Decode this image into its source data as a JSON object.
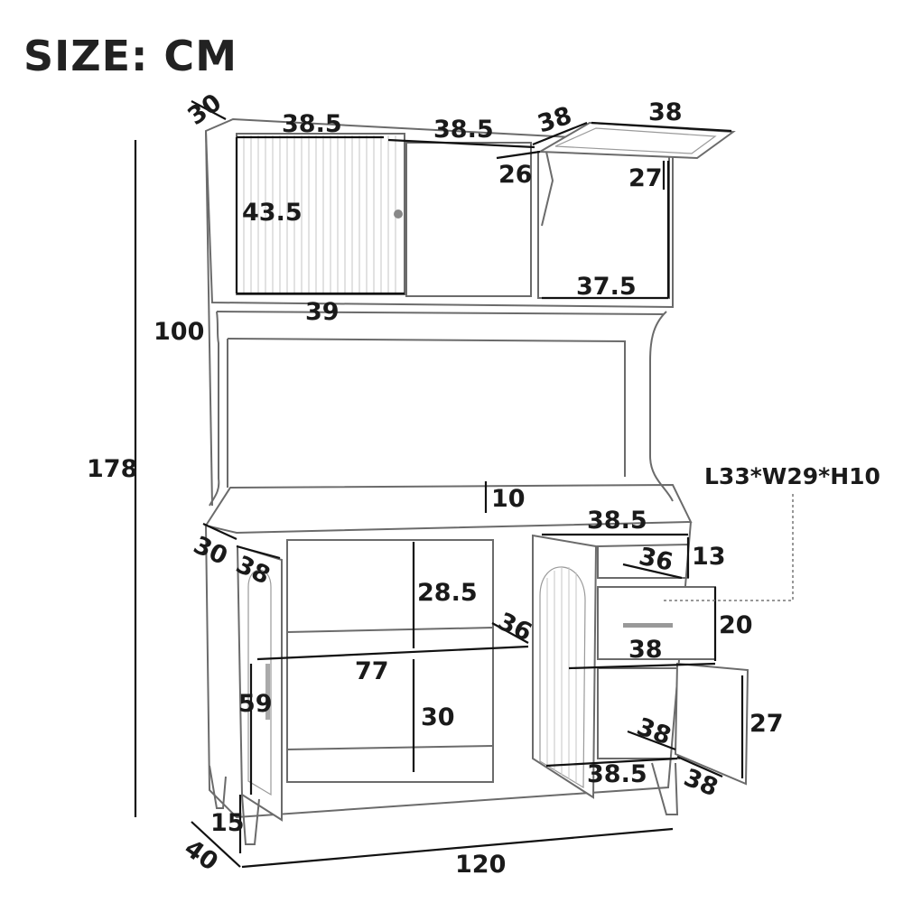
{
  "title": "SIZE: CM",
  "drawer_spec": "L33*W29*H10",
  "dimensions": {
    "total_height": "178",
    "upper_height": "100",
    "upper_depth": "30",
    "upper_door_width_left": "38.5",
    "upper_door_width_mid": "38.5",
    "upper_door_height": "43.5",
    "upper_inner_width": "39",
    "flip_depth": "38",
    "flip_width": "38",
    "flip_inner_depth": "26",
    "flip_inner_height": "27",
    "flip_inner_width": "37.5",
    "hutch_gap": "10",
    "lower_depth": "30",
    "lower_door_depth": "38",
    "lower_inner_height_top": "28.5",
    "lower_inner_depth": "36",
    "lower_inner_width": "77",
    "lower_door_height": "59",
    "lower_inner_height_bottom": "30",
    "right_top_width": "38.5",
    "right_top_depth": "36",
    "right_top_height": "13",
    "drawer_height": "20",
    "drawer_width": "38",
    "small_door_height": "27",
    "small_inner_depth": "38",
    "small_bottom_width": "38.5",
    "small_door_width": "38",
    "leg_height": "15",
    "base_depth": "40",
    "base_width": "120"
  }
}
